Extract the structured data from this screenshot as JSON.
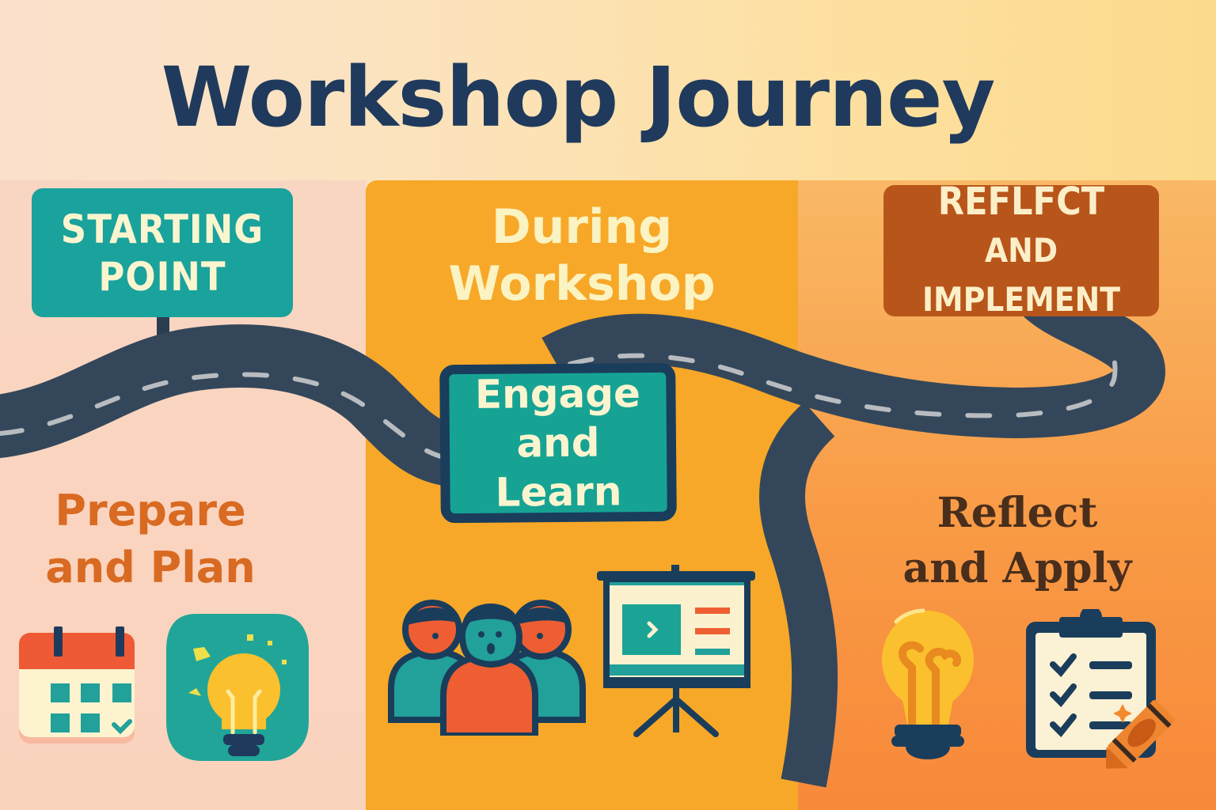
{
  "title": "Workshop Journey",
  "stages": [
    {
      "id": "starting",
      "sign_lines": [
        "STARTING",
        "POINT"
      ],
      "label_lines": [
        "Prepare",
        "and Plan"
      ],
      "icons": [
        "calendar-icon",
        "lightbulb-idea-icon"
      ],
      "panel_color": "#f9d6c2",
      "sign_color": "#1aa29c"
    },
    {
      "id": "during",
      "sign_lines": [
        "During",
        "Workshop"
      ],
      "label_lines": [
        "Engage",
        "and Learn"
      ],
      "icons": [
        "group-people-icon",
        "presentation-board-icon"
      ],
      "panel_color": "#f7a828",
      "sign_color": "#16a394"
    },
    {
      "id": "reflect",
      "sign_lines": [
        "REFLFCT",
        "AND IMPLEMENT"
      ],
      "label_lines": [
        "Reflect",
        "and Apply"
      ],
      "icons": [
        "lightbulb-icon",
        "checklist-clipboard-icon",
        "crayon-icon"
      ],
      "panel_color": "#f99a45",
      "sign_color": "#b8551b"
    }
  ],
  "colors": {
    "title": "#1f3a5c",
    "road": "#34475a",
    "road_dash": "#b8bcc0",
    "navy": "#1a3d5c",
    "teal": "#1aa29c",
    "red_orange": "#ee5e32",
    "yellow": "#fbc02d"
  }
}
